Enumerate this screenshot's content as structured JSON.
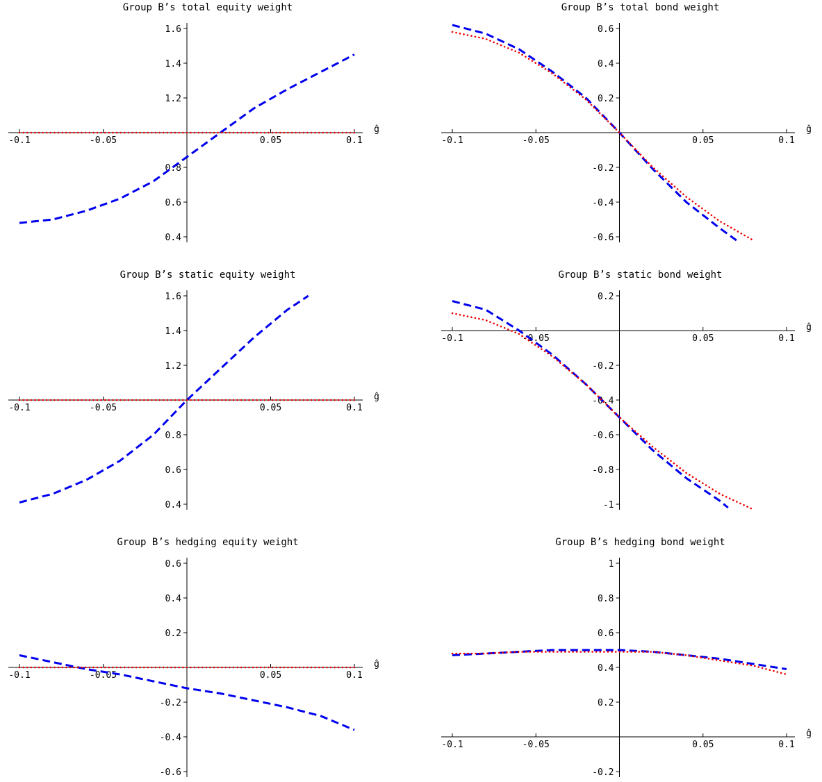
{
  "colors": {
    "dashed_series": "#0000ee",
    "dotted_series": "#ee0000",
    "axis": "#000000"
  },
  "chart_data": [
    {
      "type": "line",
      "title": "Group B’s total equity weight",
      "xlabel": "ĝ",
      "xlim": [
        -0.1,
        0.1
      ],
      "ylim": [
        0.4,
        1.6
      ],
      "x_axis_at": 1.0,
      "xticks": [
        -0.1,
        -0.05,
        0.05,
        0.1
      ],
      "xtick_labels": [
        "-0.1",
        "-0.05",
        "0.05",
        "0.1"
      ],
      "yticks": [
        0.4,
        0.6,
        0.8,
        1.2,
        1.4,
        1.6
      ],
      "ytick_labels": [
        "0.4",
        "0.6",
        "0.8",
        "1.2",
        "1.4",
        "1.6"
      ],
      "series": [
        {
          "style": "dashed",
          "color": "#0000ee",
          "x": [
            -0.1,
            -0.08,
            -0.06,
            -0.04,
            -0.02,
            0,
            0.02,
            0.04,
            0.06,
            0.08,
            0.1
          ],
          "y": [
            0.48,
            0.5,
            0.55,
            0.62,
            0.72,
            0.86,
            1.0,
            1.14,
            1.25,
            1.35,
            1.45
          ]
        },
        {
          "style": "dotted",
          "color": "#ee0000",
          "x": [
            -0.1,
            0.1
          ],
          "y": [
            1.0,
            1.0
          ]
        }
      ]
    },
    {
      "type": "line",
      "title": "Group B’s total bond weight",
      "xlabel": "ĝ",
      "xlim": [
        -0.1,
        0.1
      ],
      "ylim": [
        -0.6,
        0.6
      ],
      "x_axis_at": 0,
      "xticks": [
        -0.1,
        -0.05,
        0.05,
        0.1
      ],
      "xtick_labels": [
        "-0.1",
        "-0.05",
        "0.05",
        "0.1"
      ],
      "yticks": [
        -0.6,
        -0.4,
        -0.2,
        0.2,
        0.4,
        0.6
      ],
      "ytick_labels": [
        "-0.6",
        "-0.4",
        "-0.2",
        "0.2",
        "0.4",
        "0.6"
      ],
      "series": [
        {
          "style": "dashed",
          "color": "#0000ee",
          "x": [
            -0.1,
            -0.08,
            -0.06,
            -0.04,
            -0.02,
            0,
            0.02,
            0.04,
            0.06,
            0.07
          ],
          "y": [
            0.62,
            0.57,
            0.48,
            0.35,
            0.2,
            0.0,
            -0.21,
            -0.4,
            -0.55,
            -0.62
          ]
        },
        {
          "style": "dotted",
          "color": "#ee0000",
          "x": [
            -0.1,
            -0.08,
            -0.06,
            -0.04,
            -0.02,
            0,
            0.02,
            0.04,
            0.06,
            0.08
          ],
          "y": [
            0.58,
            0.54,
            0.46,
            0.34,
            0.19,
            0.0,
            -0.2,
            -0.37,
            -0.51,
            -0.62
          ]
        }
      ]
    },
    {
      "type": "line",
      "title": "Group B’s static equity weight",
      "xlabel": "ĝ",
      "xlim": [
        -0.1,
        0.1
      ],
      "ylim": [
        0.4,
        1.6
      ],
      "x_axis_at": 1.0,
      "xticks": [
        -0.1,
        -0.05,
        0.05,
        0.1
      ],
      "xtick_labels": [
        "-0.1",
        "-0.05",
        "0.05",
        "0.1"
      ],
      "yticks": [
        0.4,
        0.6,
        0.8,
        1.2,
        1.4,
        1.6
      ],
      "ytick_labels": [
        "0.4",
        "0.6",
        "0.8",
        "1.2",
        "1.4",
        "1.6"
      ],
      "series": [
        {
          "style": "dashed",
          "color": "#0000ee",
          "x": [
            -0.1,
            -0.08,
            -0.06,
            -0.04,
            -0.02,
            0,
            0.02,
            0.04,
            0.06,
            0.0725
          ],
          "y": [
            0.41,
            0.46,
            0.54,
            0.65,
            0.8,
            1.0,
            1.18,
            1.36,
            1.52,
            1.6
          ]
        },
        {
          "style": "dotted",
          "color": "#ee0000",
          "x": [
            -0.1,
            0.1
          ],
          "y": [
            1.0,
            1.0
          ]
        }
      ]
    },
    {
      "type": "line",
      "title": "Group B’s static bond weight",
      "xlabel": "ĝ",
      "xlim": [
        -0.1,
        0.1
      ],
      "ylim": [
        -1.0,
        0.2
      ],
      "x_axis_at": 0,
      "xticks": [
        -0.1,
        -0.05,
        0.05,
        0.1
      ],
      "xtick_labels": [
        "-0.1",
        "-0.05",
        "0.05",
        "0.1"
      ],
      "yticks": [
        -1.0,
        -0.8,
        -0.6,
        -0.4,
        -0.2,
        0.2
      ],
      "ytick_labels": [
        "-1",
        "-0.8",
        "-0.6",
        "-0.4",
        "-0.2",
        "0.2"
      ],
      "series": [
        {
          "style": "dashed",
          "color": "#0000ee",
          "x": [
            -0.1,
            -0.08,
            -0.06,
            -0.04,
            -0.02,
            0,
            0.02,
            0.04,
            0.06,
            0.065
          ],
          "y": [
            0.17,
            0.12,
            0.0,
            -0.14,
            -0.31,
            -0.5,
            -0.69,
            -0.85,
            -0.98,
            -1.02
          ]
        },
        {
          "style": "dotted",
          "color": "#ee0000",
          "x": [
            -0.1,
            -0.08,
            -0.06,
            -0.04,
            -0.02,
            0,
            0.02,
            0.04,
            0.06,
            0.08
          ],
          "y": [
            0.1,
            0.06,
            -0.02,
            -0.15,
            -0.31,
            -0.5,
            -0.67,
            -0.82,
            -0.94,
            -1.03
          ]
        }
      ]
    },
    {
      "type": "line",
      "title": "Group B’s hedging equity weight",
      "xlabel": "ĝ",
      "xlim": [
        -0.1,
        0.1
      ],
      "ylim": [
        -0.6,
        0.6
      ],
      "x_axis_at": 0,
      "xticks": [
        -0.1,
        -0.05,
        0.05,
        0.1
      ],
      "xtick_labels": [
        "-0.1",
        "-0.05",
        "0.05",
        "0.1"
      ],
      "yticks": [
        -0.6,
        -0.4,
        -0.2,
        0.2,
        0.4,
        0.6
      ],
      "ytick_labels": [
        "-0.6",
        "-0.4",
        "-0.2",
        "0.2",
        "0.4",
        "0.6"
      ],
      "series": [
        {
          "style": "dashed",
          "color": "#0000ee",
          "x": [
            -0.1,
            -0.08,
            -0.06,
            -0.04,
            -0.02,
            0,
            0.02,
            0.04,
            0.06,
            0.08,
            0.1
          ],
          "y": [
            0.07,
            0.03,
            -0.01,
            -0.04,
            -0.08,
            -0.12,
            -0.15,
            -0.19,
            -0.23,
            -0.28,
            -0.36
          ]
        },
        {
          "style": "dotted",
          "color": "#ee0000",
          "x": [
            -0.1,
            0.1
          ],
          "y": [
            0.0,
            0.0
          ]
        }
      ]
    },
    {
      "type": "line",
      "title": "Group B’s hedging bond weight",
      "xlabel": "ĝ",
      "xlim": [
        -0.1,
        0.1
      ],
      "ylim": [
        -0.2,
        1.0
      ],
      "x_axis_at": 0,
      "xticks": [
        -0.1,
        -0.05,
        0.05,
        0.1
      ],
      "xtick_labels": [
        "-0.1",
        "-0.05",
        "0.05",
        "0.1"
      ],
      "yticks": [
        -0.2,
        0.2,
        0.4,
        0.6,
        0.8,
        1.0
      ],
      "ytick_labels": [
        "-0.2",
        "0.2",
        "0.4",
        "0.6",
        "0.8",
        "1"
      ],
      "series": [
        {
          "style": "dashed",
          "color": "#0000ee",
          "x": [
            -0.1,
            -0.08,
            -0.06,
            -0.04,
            -0.02,
            0,
            0.02,
            0.04,
            0.06,
            0.08,
            0.1
          ],
          "y": [
            0.47,
            0.48,
            0.49,
            0.5,
            0.5,
            0.5,
            0.49,
            0.47,
            0.45,
            0.42,
            0.39
          ]
        },
        {
          "style": "dotted",
          "color": "#ee0000",
          "x": [
            -0.1,
            -0.08,
            -0.06,
            -0.04,
            -0.02,
            0,
            0.02,
            0.04,
            0.06,
            0.08,
            0.1
          ],
          "y": [
            0.48,
            0.48,
            0.49,
            0.49,
            0.49,
            0.49,
            0.49,
            0.47,
            0.44,
            0.41,
            0.36
          ]
        }
      ]
    }
  ]
}
